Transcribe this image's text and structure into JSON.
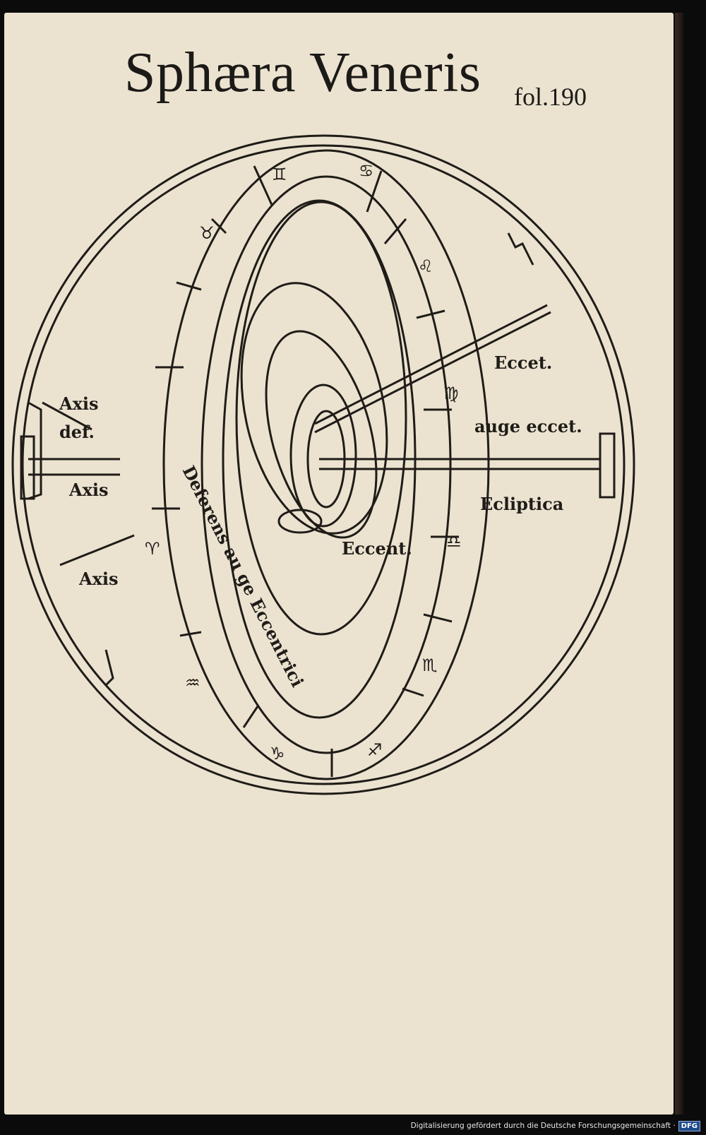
{
  "header": {
    "title": "Sphæra Veneris",
    "folio": "fol.190"
  },
  "labels": {
    "axis_def_1": "Axis",
    "axis_def_2": "def.",
    "axis_mid": "Axis",
    "axis_low": "Axis",
    "deferens": "Deferens au ge Eccentrici",
    "eccent": "Eccent.",
    "eccet": "Eccet.",
    "auge_eccet": "auge eccet.",
    "ecliptica": "Ecliptica"
  },
  "zodiac": [
    "♊",
    "♋",
    "♌",
    "♍",
    "♎",
    "♏",
    "♐",
    "♑",
    "♒",
    "♈",
    "♉"
  ],
  "footer": {
    "credit": "Digitalisierung gefördert durch die Deutsche Forschungsgemeinschaft ·",
    "badge": "DFG"
  },
  "colors": {
    "paper": "#ebe3d0",
    "ink": "#1f1c18"
  }
}
